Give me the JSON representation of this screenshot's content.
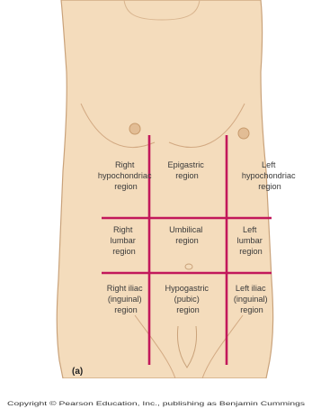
{
  "figure": {
    "panel_label": "(a)",
    "copyright": "Copyright © Pearson Education, Inc., publishing as Benjamin Cummings",
    "colors": {
      "skin": "#f4dcbc",
      "skin_outline": "#c9a27a",
      "grid_lines": "#c2185b",
      "nipple": "#d6a878"
    },
    "regions": [
      {
        "lines": [
          "Right",
          "hypochondriac",
          "region"
        ]
      },
      {
        "lines": [
          "Epigastric",
          "region"
        ]
      },
      {
        "lines": [
          "Left",
          "hypochondriac",
          "region"
        ]
      },
      {
        "lines": [
          "Right",
          "lumbar",
          "region"
        ]
      },
      {
        "lines": [
          "Umbilical",
          "region"
        ]
      },
      {
        "lines": [
          "Left",
          "lumbar",
          "region"
        ]
      },
      {
        "lines": [
          "Right iliac",
          "(inguinal)",
          "region"
        ]
      },
      {
        "lines": [
          "Hypogastric",
          "(pubic)",
          "region"
        ]
      },
      {
        "lines": [
          "Left iliac",
          "(inguinal)",
          "region"
        ]
      }
    ]
  }
}
